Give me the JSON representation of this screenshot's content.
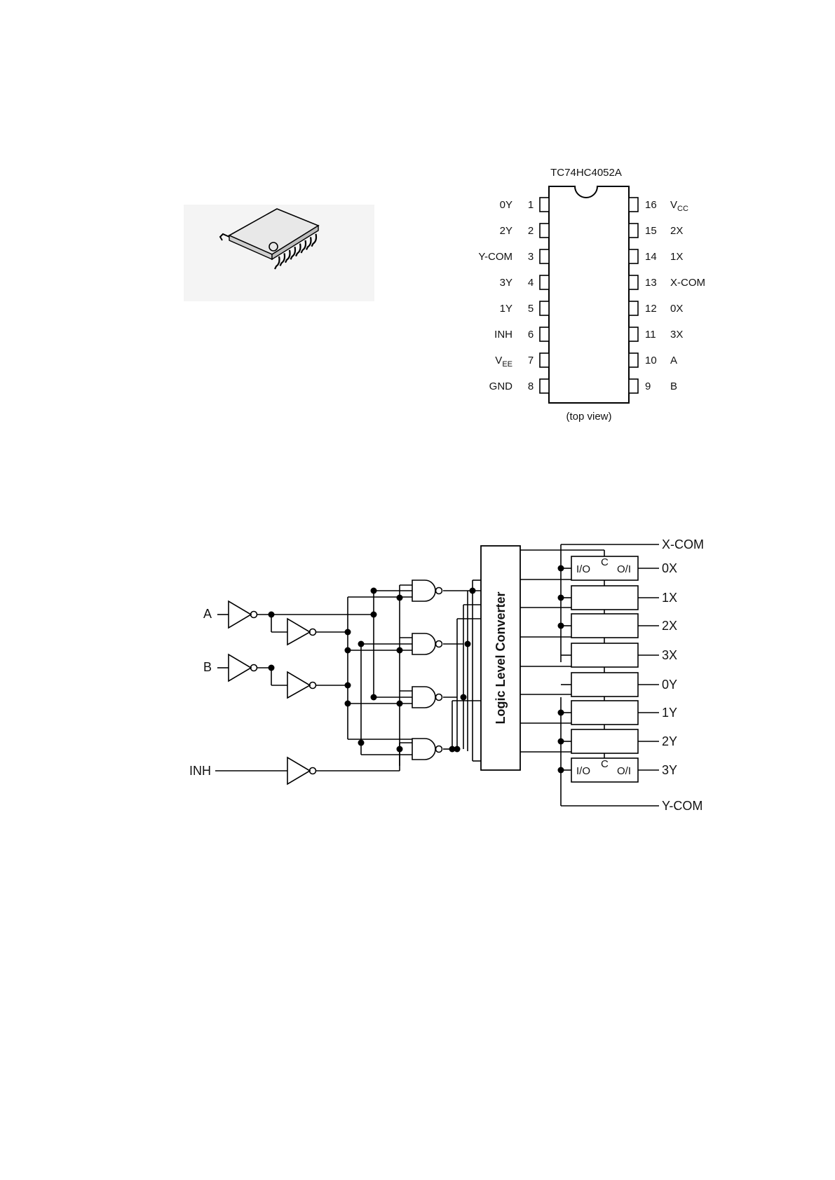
{
  "pinout": {
    "title": "TC74HC4052A",
    "caption": "(top view)",
    "left_pins": [
      {
        "num": "1",
        "name": "0Y"
      },
      {
        "num": "2",
        "name": "2Y"
      },
      {
        "num": "3",
        "name": "Y-COM"
      },
      {
        "num": "4",
        "name": "3Y"
      },
      {
        "num": "5",
        "name": "1Y"
      },
      {
        "num": "6",
        "name": "INH"
      },
      {
        "num": "7",
        "name": "V",
        "sub": "EE"
      },
      {
        "num": "8",
        "name": "GND"
      }
    ],
    "right_pins": [
      {
        "num": "16",
        "name": "V",
        "sub": "CC"
      },
      {
        "num": "15",
        "name": "2X"
      },
      {
        "num": "14",
        "name": "1X"
      },
      {
        "num": "13",
        "name": "X-COM"
      },
      {
        "num": "12",
        "name": "0X"
      },
      {
        "num": "11",
        "name": "3X"
      },
      {
        "num": "10",
        "name": "A"
      },
      {
        "num": "9",
        "name": "B"
      }
    ]
  },
  "schematic": {
    "inputs": [
      "A",
      "B",
      "INH"
    ],
    "converter_label": "Logic Level Converter",
    "x_com": "X-COM",
    "y_com": "Y-COM",
    "switch_text": {
      "io": "I/O",
      "c": "C",
      "oi": "O/I"
    },
    "outputs": [
      "0X",
      "1X",
      "2X",
      "3X",
      "0Y",
      "1Y",
      "2Y",
      "3Y"
    ]
  },
  "colors": {
    "ink": "#000000",
    "background": "#ffffff",
    "package_body": "#e6e6e6"
  }
}
